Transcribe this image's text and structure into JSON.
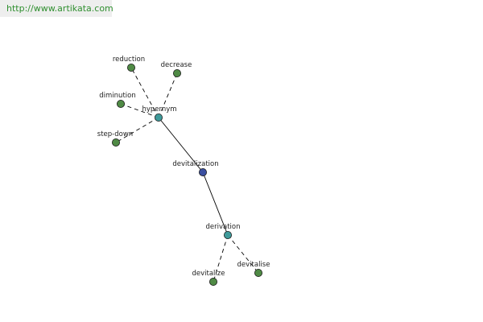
{
  "site": {
    "url": "http://www.artikata.com"
  },
  "colors": {
    "leaf": "#4f8a45",
    "relation": "#3f9a9a",
    "root": "#3a4fa0",
    "node_stroke": "#1a1a1a",
    "edge": "#000000",
    "url_text": "#2f8f2f"
  },
  "graph": {
    "root": "devitalization",
    "nodes": [
      {
        "id": "devitalization",
        "label": "devitalization",
        "kind": "root"
      },
      {
        "id": "hypernym",
        "label": "hypernym",
        "kind": "relation"
      },
      {
        "id": "derivation",
        "label": "derivation",
        "kind": "relation"
      },
      {
        "id": "reduction",
        "label": "reduction",
        "kind": "leaf"
      },
      {
        "id": "decrease",
        "label": "decrease",
        "kind": "leaf"
      },
      {
        "id": "diminution",
        "label": "diminution",
        "kind": "leaf"
      },
      {
        "id": "step-down",
        "label": "step-down",
        "kind": "leaf"
      },
      {
        "id": "devitalize",
        "label": "devitalize",
        "kind": "leaf"
      },
      {
        "id": "devitalise",
        "label": "devitalise",
        "kind": "leaf"
      }
    ],
    "edges": [
      {
        "from": "devitalization",
        "to": "hypernym",
        "style": "solid"
      },
      {
        "from": "devitalization",
        "to": "derivation",
        "style": "solid"
      },
      {
        "from": "hypernym",
        "to": "reduction",
        "style": "dashed"
      },
      {
        "from": "hypernym",
        "to": "decrease",
        "style": "dashed"
      },
      {
        "from": "hypernym",
        "to": "diminution",
        "style": "dashed"
      },
      {
        "from": "hypernym",
        "to": "step-down",
        "style": "dashed"
      },
      {
        "from": "derivation",
        "to": "devitalize",
        "style": "dashed"
      },
      {
        "from": "derivation",
        "to": "devitalise",
        "style": "dashed"
      }
    ]
  }
}
